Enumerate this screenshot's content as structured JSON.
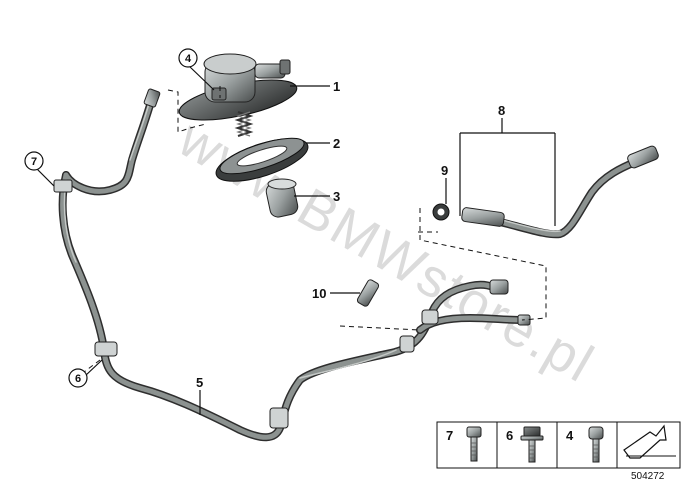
{
  "callouts": [
    {
      "id": "1",
      "label": "1"
    },
    {
      "id": "2",
      "label": "2"
    },
    {
      "id": "3",
      "label": "3"
    },
    {
      "id": "4",
      "label": "4"
    },
    {
      "id": "5",
      "label": "5"
    },
    {
      "id": "6",
      "label": "6"
    },
    {
      "id": "7",
      "label": "7"
    },
    {
      "id": "8",
      "label": "8"
    },
    {
      "id": "9",
      "label": "9"
    },
    {
      "id": "10",
      "label": "10"
    }
  ],
  "watermark": "www.BMWstore.pl",
  "legend": {
    "items": [
      {
        "label": "7",
        "part": "bolt"
      },
      {
        "label": "6",
        "part": "hex-flange-bolt"
      },
      {
        "label": "4",
        "part": "socket-bolt"
      }
    ],
    "arrow_icon": "direction-arrow-icon"
  },
  "reference_code": "504272",
  "colors": {
    "hose_outer": "#2e2e2e",
    "hose_inner": "#8c9290",
    "part_metal": "#9aa0a0",
    "outline": "#111111"
  }
}
